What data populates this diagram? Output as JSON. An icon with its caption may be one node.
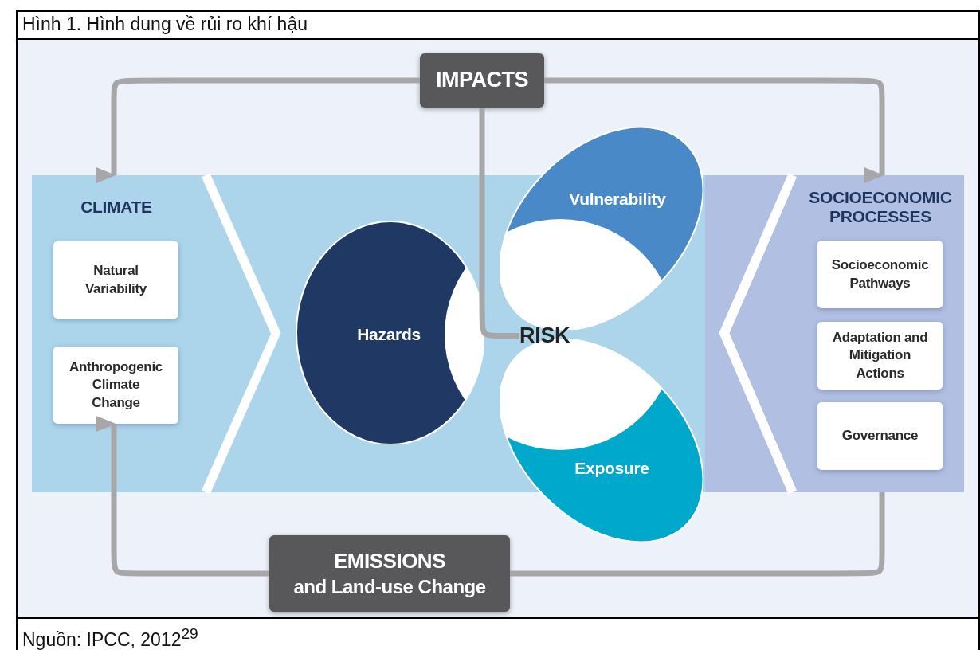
{
  "diagram": {
    "title": "Hình 1. Hình dung về rủi ro khí hậu",
    "caption": "Nguồn: IPCC, 2012$^{29}$",
    "nodes": [
      {
        "text": [
          "CLIMATE"
        ]
      },
      {
        "text": [
          "Natural Variability"
        ],
        "in": 0
      },
      {
        "text": [
          "Anthropogenic Climate Change"
        ],
        "in": 0
      },
      {
        "text": [
          "SOCIOECONOMIC PROCESSES"
        ]
      },
      {
        "text": [
          "Socioeconomic Pathways"
        ],
        "in": 3
      },
      {
        "text": [
          "Adaptation and Mitigation Actions"
        ],
        "in": 3
      },
      {
        "text": [
          "Governance"
        ],
        "in": 3
      },
      {
        "text": [
          "IMPACTS"
        ]
      },
      {
        "text": [
          "EMISSIONS",
          "and Land-use Change"
        ]
      },
      {
        "text": [
          "Hazards"
        ]
      },
      {
        "text": [
          "Vulnerability"
        ]
      },
      {
        "text": [
          "Exposure"
        ]
      },
      {
        "text": [
          "RISK"
        ]
      }
    ],
    "edges": [
      {
        "from": 7,
        "to": 0,
        "arrow": "to"
      },
      {
        "from": 7,
        "to": 3,
        "arrow": "to"
      },
      {
        "from": 7,
        "to": 12,
        "arrow": "none"
      },
      {
        "from": 3,
        "to": 8,
        "arrow": "none"
      },
      {
        "from": 8,
        "to": 2,
        "arrow": "to"
      }
    ]
  }
}
